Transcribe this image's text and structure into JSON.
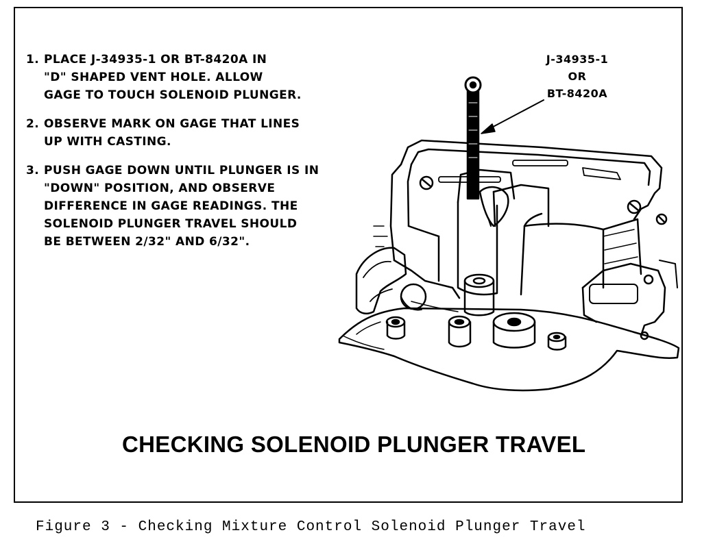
{
  "instructions": [
    {
      "number": "1.",
      "lines": [
        "PLACE J-34935-1 OR BT-8420A IN",
        "\"D\" SHAPED VENT HOLE. ALLOW",
        "GAGE TO TOUCH SOLENOID PLUNGER."
      ]
    },
    {
      "number": "2.",
      "lines": [
        "OBSERVE MARK ON GAGE THAT LINES",
        "UP WITH CASTING."
      ]
    },
    {
      "number": "3.",
      "lines": [
        "PUSH GAGE DOWN UNTIL PLUNGER IS IN",
        "\"DOWN\" POSITION, AND OBSERVE",
        "DIFFERENCE IN GAGE READINGS. THE",
        "SOLENOID PLUNGER TRAVEL SHOULD",
        "BE BETWEEN 2/32\" AND 6/32\"."
      ]
    }
  ],
  "tool_label": {
    "line1": "J-34935-1",
    "line2": "OR",
    "line3": "BT-8420A"
  },
  "diagram_title": "CHECKING SOLENOID PLUNGER TRAVEL",
  "figure_caption": "Figure 3 - Checking Mixture Control Solenoid Plunger Travel"
}
